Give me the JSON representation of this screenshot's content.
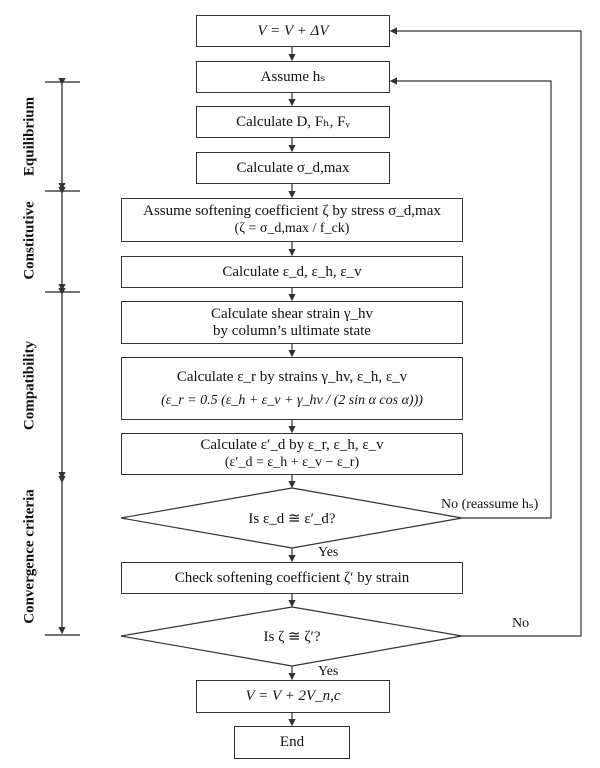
{
  "flowchart": {
    "steps": {
      "update_v": "V = V + ΔV",
      "assume_hs": "Assume hₛ",
      "calc_forces": "Calculate D, Fₕ, Fᵥ",
      "calc_sigma": "Calculate σ_d,max",
      "assume_softening_line1": "Assume softening coefficient ζ by stress σ_d,max",
      "assume_softening_line2": "(ζ = σ_d,max / f_ck)",
      "calc_strains": "Calculate ε_d, ε_h, ε_v",
      "calc_shear_line1": "Calculate shear strain γ_hv",
      "calc_shear_line2": "by column’s ultimate state",
      "calc_er_line1": "Calculate ε_r by strains γ_hv, ε_h, ε_v",
      "calc_er_line2": "(ε_r = 0.5 (ε_h + ε_v + γ_hv / (2 sin α cos α)))",
      "calc_ed_prime_line1": "Calculate ε′_d by ε_r, ε_h, ε_v",
      "calc_ed_prime_line2": "(ε′_d = ε_h + ε_v − ε_r)",
      "decision1": "Is ε_d ≅ ε′_d?",
      "check_softening": "Check softening coefficient ζ′ by strain",
      "decision2": "Is ζ ≅ ζ′?",
      "final_v": "V = V + 2V_n,c",
      "end": "End"
    },
    "edge_labels": {
      "d1_yes": "Yes",
      "d1_no": "No (reassume hₛ)",
      "d2_yes": "Yes",
      "d2_no": "No"
    },
    "phases": [
      {
        "label": "Equilibrium"
      },
      {
        "label": "Constitutive"
      },
      {
        "label": "Compatibility"
      },
      {
        "label": "Convergence criteria"
      }
    ]
  }
}
